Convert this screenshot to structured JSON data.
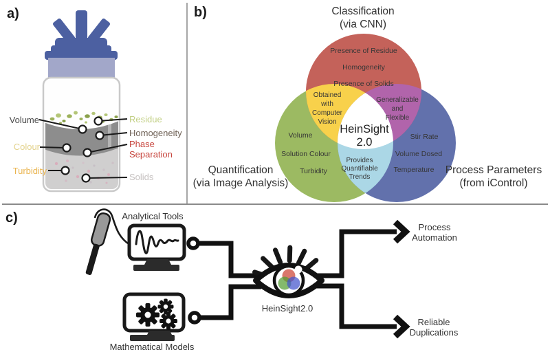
{
  "figure": {
    "panel_a_label": "a)",
    "panel_b_label": "b)",
    "panel_c_label": "c)"
  },
  "vial": {
    "labels": {
      "volume": "Volume",
      "colour": "Colour",
      "turbidity": "Turbidity",
      "residue": "Residue",
      "homogeneity": "Homogeneity",
      "phase_line1": "Phase",
      "phase_line2": "Separation",
      "solids": "Solids"
    },
    "colors": {
      "volume": "#4a4a4a",
      "colour": "#e3d28b",
      "turbidity": "#eab44e",
      "residue": "#c3d086",
      "homogeneity": "#6e6055",
      "phase": "#c7453d",
      "solids": "#c6c1c0",
      "cap": "#4c60a1",
      "cap_light": "#a2a7c9",
      "dark_liquid": "#8d8d8d",
      "light_liquid": "#d0cfcf"
    }
  },
  "venn": {
    "title_line1": "Classification",
    "title_line2": "(via CNN)",
    "left_label_line1": "Quantification",
    "left_label_line2": "(via Image Analysis)",
    "right_label_line1": "Process Parameters",
    "right_label_line2": "(from iControl)",
    "classification_items": [
      "Presence of Residue",
      "Homogeneity",
      "Presence of Solids"
    ],
    "quantification_items": [
      "Volume",
      "Solution Colour",
      "Turbidity"
    ],
    "process_items": [
      "Stir Rate",
      "Volume Dosed",
      "Temperature"
    ],
    "class_quant_overlap": [
      "Obtained",
      "with",
      "Computer",
      "Vision"
    ],
    "class_process_overlap": [
      "Generalizable",
      "and",
      "Flexible"
    ],
    "quant_process_overlap": [
      "Provides",
      "Quantifiable",
      "Trends"
    ],
    "center_line1": "HeinSight",
    "center_line2": "2.0",
    "colors": {
      "classification": "#c4625a",
      "quantification": "#9cba62",
      "process": "#6271ac",
      "overlap_yellow": "#f8d14b",
      "overlap_purple": "#b164ab",
      "overlap_cyan": "#abd7e6",
      "center": "#ffffff"
    }
  },
  "flow": {
    "analytical_tools": "Analytical Tools",
    "mathematical_models": "Mathematical Models",
    "heinsight_label": "HeinSight2.0",
    "output_top_line1": "Process",
    "output_top_line2": "Automation",
    "output_bottom_line1": "Reliable",
    "output_bottom_line2": "Duplications"
  }
}
